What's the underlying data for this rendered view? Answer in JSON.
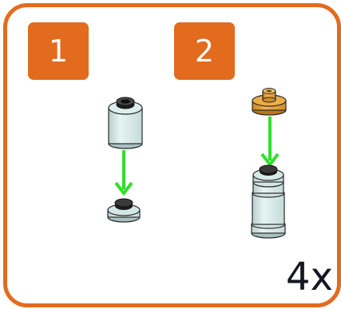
{
  "steps": [
    {
      "number": "1"
    },
    {
      "number": "2"
    }
  ],
  "multiplier": "4x",
  "colors": {
    "frame": "#e26b1d",
    "badge": "#e26b1d",
    "arrow": "#2fe02a",
    "brick_light": "#d8ecec",
    "brick_tan": "#e3a338",
    "text": "#161622"
  },
  "icons": [
    "round-brick-icon",
    "round-plate-icon",
    "tan-round-plate-icon",
    "round-brick-stack-icon",
    "arrow-down-icon"
  ]
}
